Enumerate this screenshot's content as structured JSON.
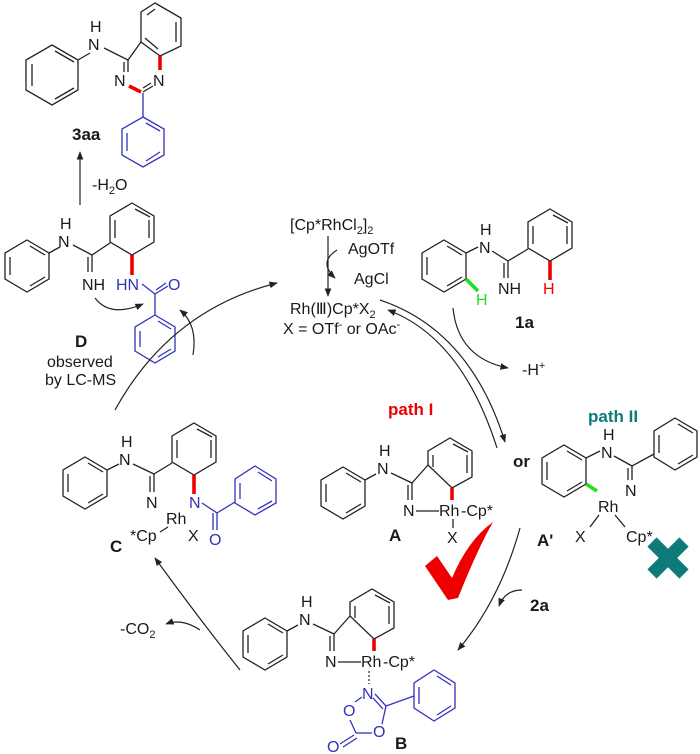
{
  "title": "Proposed mechanism of Rh(III)-catalyzed quinazoline synthesis",
  "colors": {
    "bond": "#222222",
    "reagent_blue": "#3333bb",
    "highlight_red": "#ee0000",
    "highlight_green": "#22dd22",
    "path2_teal": "#0f7b78"
  },
  "compounds": {
    "product": {
      "label": "3aa",
      "atoms": {
        "nh": "N",
        "h": "H",
        "n1": "N",
        "n2": "N"
      }
    },
    "D": {
      "label": "D",
      "note_line1": "observed",
      "note_line2": "by LC-MS",
      "atoms": {
        "nh": "N",
        "h": "H",
        "imine": "NH",
        "amide": "HN",
        "o": "O"
      }
    },
    "substrate": {
      "label": "1a",
      "atoms": {
        "nh": "N",
        "h": "H",
        "imine": "NH",
        "h_green": "H",
        "h_red": "H"
      }
    },
    "A": {
      "label": "A",
      "path": "path I",
      "atoms": {
        "nh": "N",
        "h": "H",
        "n": "N",
        "rh": "Rh",
        "cp": "Cp*",
        "x": "X"
      }
    },
    "A_prime": {
      "label": "A'",
      "path": "path II",
      "atoms": {
        "nh": "N",
        "h": "H",
        "n": "N",
        "rh": "Rh",
        "cp": "Cp*",
        "x": "X"
      }
    },
    "B": {
      "label": "B",
      "atoms": {
        "nh": "N",
        "h": "H",
        "n": "N",
        "rh": "Rh",
        "cp": "Cp*",
        "ring_n": "N",
        "o1": "O",
        "o2": "O",
        "o3": "O"
      }
    },
    "C": {
      "label": "C",
      "atoms": {
        "nh": "N",
        "h": "H",
        "n": "N",
        "rh": "Rh",
        "cp": "*Cp",
        "x": "X",
        "amide_n": "N",
        "o": "O"
      }
    }
  },
  "catalyst": {
    "precursor": "[Cp*RhCl2]2",
    "precursor_main": "[Cp*RhCl",
    "precursor_sub1": "2",
    "precursor_close": "]",
    "precursor_sub2": "2",
    "additive": "AgOTf",
    "byproduct": "AgCl",
    "active_main": "Rh(Ⅲ)Cp*X",
    "active_sub": "2",
    "x_def_a": "X = OTf",
    "x_def_sup1": "-",
    "x_def_b": " or OAc",
    "x_def_sup2": "-"
  },
  "steps": {
    "water_loss_a": "-H",
    "water_loss_sub": "2",
    "water_loss_b": "O",
    "proton_loss_a": "-H",
    "proton_loss_sup": "+",
    "co2_loss_a": "-CO",
    "co2_loss_sub": "2",
    "reagent": "2a",
    "or": "or"
  },
  "marks": {
    "path1": "check-mark",
    "path2": "cross-mark"
  }
}
